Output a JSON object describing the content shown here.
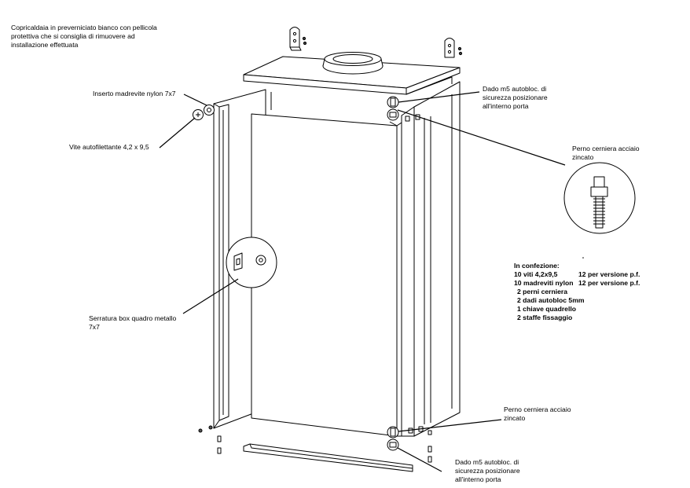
{
  "labels": {
    "top_note": "Copricaldaia in preverniciato bianco con pellicola\nprotettiva che si consiglia di rimuovere ad\ninstallazione effettuata",
    "insert": "Inserto madrevite nylon 7x7",
    "screw": "Vite autofilettante 4,2 x 9,5",
    "nut_top": "Dado m5 autobloc. di\nsicurezza posizionare\nall'interno porta",
    "pin_top": "Perno cerniera acciaio\nzincato",
    "lock": "Serratura box quadro metallo\n7x7",
    "pin_bottom": "Perno cerniera acciaio\nzincato",
    "nut_bottom": "Dado m5 autobloc. di\nsicurezza posizionare\nall'interno porta"
  },
  "kit": {
    "title": "In confezione:",
    "items": [
      {
        "text": "10 viti 4,2x9,5",
        "note": "12 per versione p.f."
      },
      {
        "text": "10 madreviti nylon",
        "note": "12 per versione p.f."
      },
      {
        "text": "2 perni cerniera",
        "note": ""
      },
      {
        "text": "2 dadi autobloc 5mm",
        "note": ""
      },
      {
        "text": "1 chiave quadrello",
        "note": ""
      },
      {
        "text": "2 staffe fissaggio",
        "note": ""
      }
    ]
  },
  "colors": {
    "line": "#000000",
    "panel": "#ffffff",
    "shade": "#e6e6e6"
  }
}
